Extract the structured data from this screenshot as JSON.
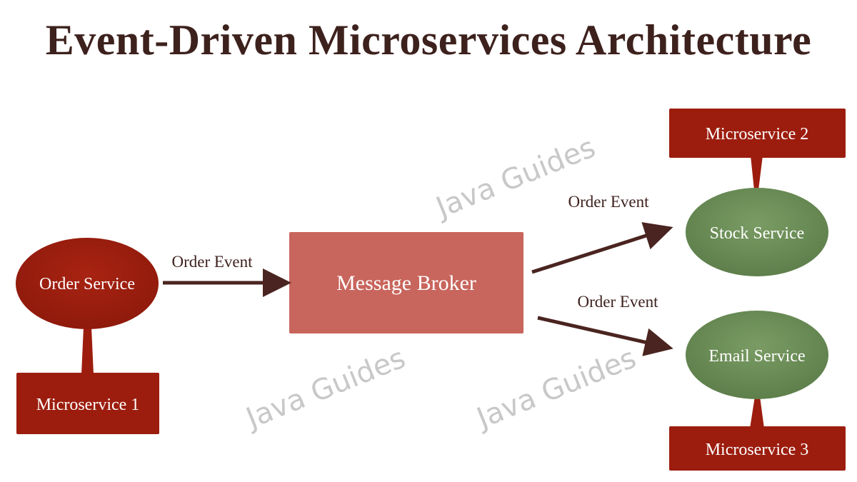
{
  "title": "Event-Driven Microservices Architecture",
  "colors": {
    "title": "#3d211d",
    "order_service": "#9c1d0e",
    "microservice_box": "#9c1d0e",
    "message_broker": "#c8655c",
    "consumer_service": "#6d8f58",
    "arrow": "#4a2420",
    "watermark": "#c8c8c8"
  },
  "nodes": {
    "order_service": "Order Service",
    "microservice_1": "Microservice 1",
    "message_broker": "Message Broker",
    "stock_service": "Stock Service",
    "microservice_2": "Microservice 2",
    "email_service": "Email Service",
    "microservice_3": "Microservice 3"
  },
  "edges": {
    "order_to_broker": "Order Event",
    "broker_to_stock": "Order Event",
    "broker_to_email": "Order Event"
  },
  "watermark": "Java Guides"
}
